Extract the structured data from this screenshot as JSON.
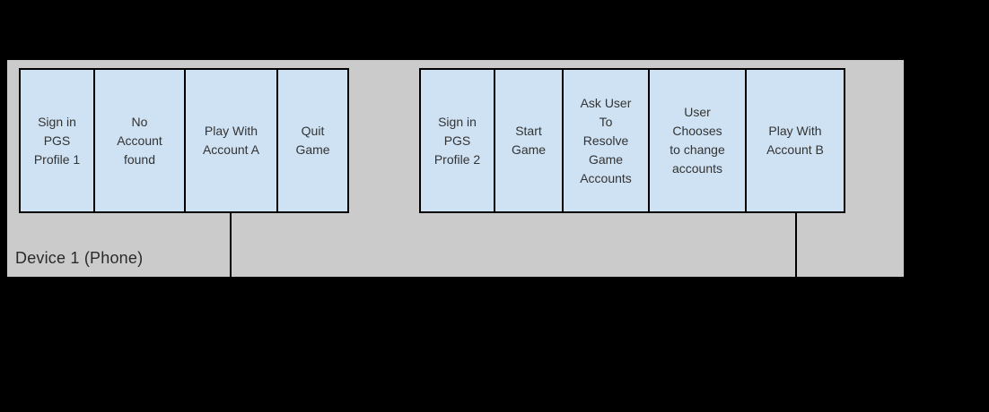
{
  "diagram": {
    "lane_label": "Device 1 (Phone)",
    "flows": [
      {
        "steps": [
          "Sign in\nPGS\nProfile 1",
          "No\nAccount\nfound",
          "Play With\nAccount A",
          "Quit\nGame"
        ]
      },
      {
        "steps": [
          "Sign in\nPGS\nProfile 2",
          "Start\nGame",
          "Ask User\nTo\nResolve\nGame\nAccounts",
          "User\nChooses\nto change\naccounts",
          "Play With\nAccount B"
        ]
      }
    ],
    "colors": {
      "page_background": "#000000",
      "lane_fill": "#cbcbcb",
      "step_fill": "#cfe2f3",
      "step_border": "#000000",
      "step_text": "#333333",
      "lane_label_text": "#2a2a2a"
    }
  }
}
